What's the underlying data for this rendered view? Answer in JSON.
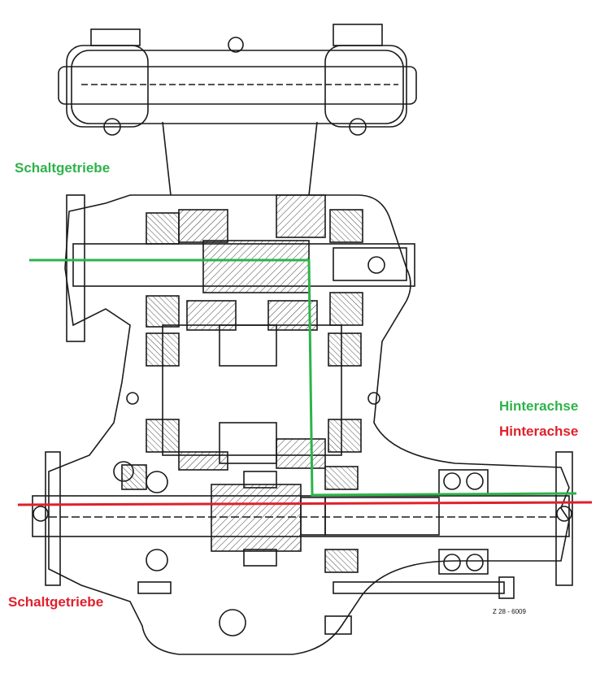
{
  "labels": {
    "schalt_green": "Schaltgetriebe",
    "hinter_green": "Hinterachse",
    "hinter_red": "Hinterachse",
    "schalt_red": "Schaltgetriebe"
  },
  "drawing_code": "Z 28 - 6009",
  "colors": {
    "green": "#2db34a",
    "red": "#e0202c",
    "ink": "#1a1a1a"
  }
}
